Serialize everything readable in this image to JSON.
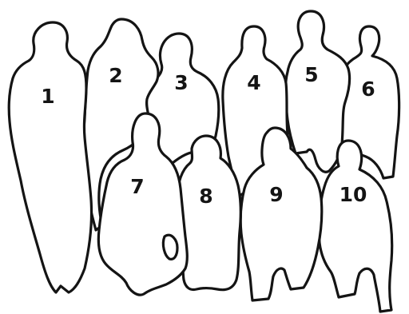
{
  "figures": [
    {
      "label": "1"
    },
    {
      "label": "2"
    },
    {
      "label": "3"
    },
    {
      "label": "4"
    },
    {
      "label": "5"
    },
    {
      "label": "6"
    },
    {
      "label": "7"
    },
    {
      "label": "8"
    },
    {
      "label": "9"
    },
    {
      "label": "10"
    }
  ],
  "colors": {
    "outline": "#141414",
    "background": "#ffffff"
  }
}
